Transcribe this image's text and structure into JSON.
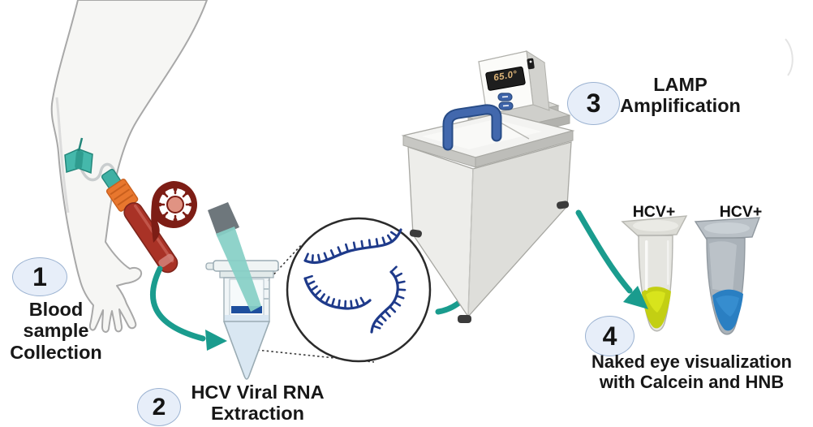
{
  "steps": [
    {
      "number": "1",
      "label": "Blood sample Collection"
    },
    {
      "number": "2",
      "label": "HCV Viral RNA Extraction"
    },
    {
      "number": "3",
      "label": "LAMP Amplification"
    },
    {
      "number": "4",
      "label": "Naked eye visualization with Calcein and HNB"
    }
  ],
  "water_bath": {
    "temperature_display": "65.0°"
  },
  "result_tubes": [
    {
      "label": "HCV+",
      "liquid_color": "#c3cf13"
    },
    {
      "label": "HCV+",
      "liquid_color": "#2a7fc2"
    }
  ],
  "colors": {
    "arrow_teal": "#1a9c8e",
    "rna_navy": "#1e3a8a",
    "step_circle_fill": "#e7eef9",
    "step_circle_border": "#9cb3d2",
    "blood_red": "#a93226",
    "virus_maroon": "#7d1d15",
    "handle_blue": "#3e64a9"
  }
}
